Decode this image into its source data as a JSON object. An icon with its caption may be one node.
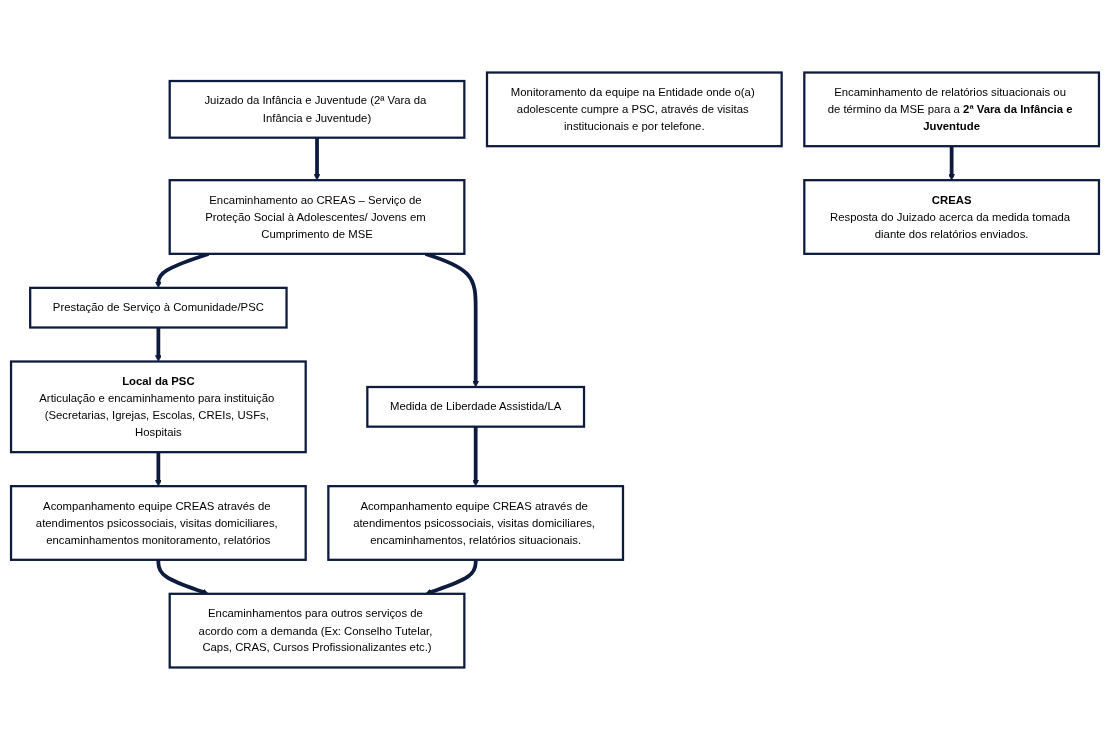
{
  "diagram": {
    "nodes": [
      {
        "text": [
          "Juizado da Infância e Juventude (2ª Vara da Infância e Juventude)"
        ]
      },
      {
        "text": [
          "Encaminhamento ao CREAS – Serviço de Proteção Social à Adolescentes/ Jovens em Cumprimento de MSE"
        ]
      },
      {
        "text": [
          "Prestação de Serviço à Comunidade/PSC"
        ]
      },
      {
        "text": [
          "Medida de Liberdade Assistida/LA"
        ]
      },
      {
        "text": [
          "Local da PSC",
          "Articulação e encaminhamento para instituição (Secretarias, Igrejas, Escolas, CREIs, USFs, Hospitais"
        ]
      },
      {
        "text": [
          "Acompanhamento equipe CREAS através de atendimentos psicossociais, visitas domiciliares, encaminhamentos monitoramento, relatórios"
        ]
      },
      {
        "text": [
          "Monitoramento da equipe na Entidade onde o(a) adolescente cumpre a PSC, através de visitas institucionais e por telefone."
        ]
      },
      {
        "text": [
          "Acompanhamento equipe CREAS através de atendimentos psicossociais, visitas domiciliares, encaminhamentos, relatórios situacionais."
        ]
      },
      {
        "text": [
          "Encaminhamentos para outros serviços de acordo com a demanda (Ex: Conselho Tutelar, Caps, CRAS, Cursos Profissionalizantes etc.)"
        ]
      },
      {
        "text": [
          "Encaminhamento de relatórios situacionais ou de término da MSE para a **2ª Vara da Infância e Juventude**"
        ]
      },
      {
        "text": [
          "CREAS",
          "Resposta do Juizado acerca da medida tomada diante dos relatórios enviados."
        ]
      }
    ],
    "edges": [
      {
        "from": 0,
        "to": 1,
        "arrow": "to"
      },
      {
        "from": 1,
        "to": 2,
        "arrow": "to"
      },
      {
        "from": 1,
        "to": 3,
        "arrow": "to"
      },
      {
        "from": 2,
        "to": 4,
        "arrow": "to"
      },
      {
        "from": 4,
        "to": 5,
        "arrow": "to"
      },
      {
        "from": 3,
        "to": 7,
        "arrow": "to"
      },
      {
        "from": 5,
        "to": 8,
        "arrow": "to"
      },
      {
        "from": 7,
        "to": 8,
        "arrow": "to"
      },
      {
        "from": 9,
        "to": 10,
        "arrow": "to"
      }
    ]
  }
}
